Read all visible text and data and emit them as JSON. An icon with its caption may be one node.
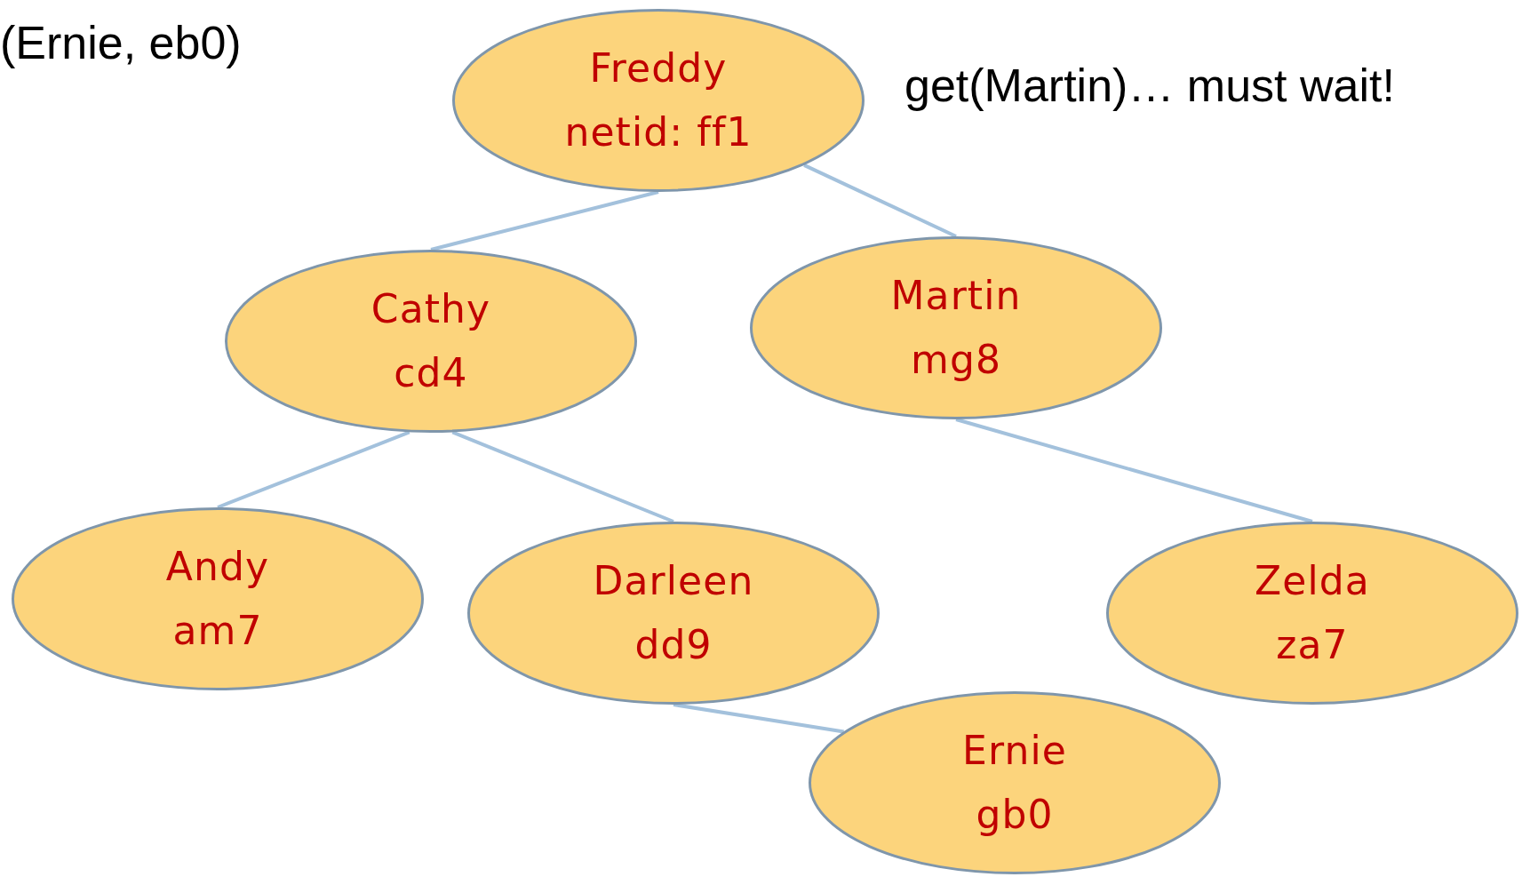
{
  "diagram": {
    "nodes": [
      {
        "text": [
          "Freddy",
          "netid: ff1"
        ]
      },
      {
        "text": [
          "Cathy",
          "cd4"
        ]
      },
      {
        "text": [
          "Martin",
          "mg8"
        ]
      },
      {
        "text": [
          "Andy",
          "am7"
        ]
      },
      {
        "text": [
          "Darleen",
          "dd9"
        ]
      },
      {
        "text": [
          "Zelda",
          "za7"
        ]
      },
      {
        "text": [
          "Ernie",
          "gb0"
        ]
      }
    ],
    "edges": [
      {
        "from": 0,
        "to": 1,
        "arrow": "none"
      },
      {
        "from": 0,
        "to": 2,
        "arrow": "none"
      },
      {
        "from": 1,
        "to": 3,
        "arrow": "none"
      },
      {
        "from": 1,
        "to": 4,
        "arrow": "none"
      },
      {
        "from": 2,
        "to": 5,
        "arrow": "none"
      },
      {
        "from": 4,
        "to": 6,
        "arrow": "none"
      }
    ],
    "labels": [
      "(Ernie, eb0)",
      "get(Martin)… must wait!"
    ]
  }
}
